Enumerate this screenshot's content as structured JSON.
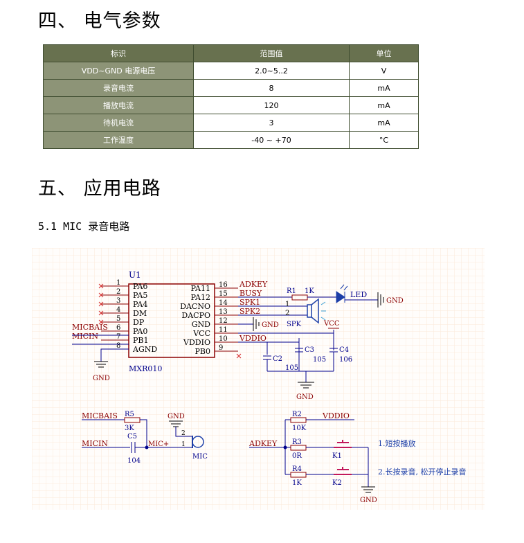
{
  "sections": {
    "electrical_title": "四、 电气参数",
    "circuit_title": "五、 应用电路",
    "mic_subtitle": "5.1 MIC 录音电路"
  },
  "table": {
    "headers": [
      "标识",
      "范围值",
      "单位"
    ],
    "rows": [
      {
        "label": "VDD~GND 电源电压",
        "value": "2.0~5..2",
        "unit": "V"
      },
      {
        "label": "录音电流",
        "value": "8",
        "unit": "mA"
      },
      {
        "label": "播放电流",
        "value": "120",
        "unit": "mA"
      },
      {
        "label": "待机电流",
        "value": "3",
        "unit": "mA"
      },
      {
        "label": "工作温度",
        "value": "-40 ~ +70",
        "unit": "°C"
      }
    ]
  },
  "schematic": {
    "chip_ref": "U1",
    "chip_name": "MXR010",
    "left_pins": [
      {
        "num": "1",
        "name": "PA6",
        "net": ""
      },
      {
        "num": "2",
        "name": "PA5",
        "net": ""
      },
      {
        "num": "3",
        "name": "PA4",
        "net": ""
      },
      {
        "num": "4",
        "name": "DM",
        "net": ""
      },
      {
        "num": "5",
        "name": "DP",
        "net": ""
      },
      {
        "num": "6",
        "name": "PA0",
        "net": "MICBAIS"
      },
      {
        "num": "7",
        "name": "PB1",
        "net": "MICIN"
      },
      {
        "num": "8",
        "name": "AGND",
        "net": ""
      }
    ],
    "right_pins": [
      {
        "num": "16",
        "name": "PA11",
        "net": "ADKEY"
      },
      {
        "num": "15",
        "name": "PA12",
        "net": "BUSY"
      },
      {
        "num": "14",
        "name": "DACNO",
        "net": "SPK1"
      },
      {
        "num": "13",
        "name": "DACPO",
        "net": "SPK2"
      },
      {
        "num": "12",
        "name": "GND",
        "net": ""
      },
      {
        "num": "11",
        "name": "VCC",
        "net": ""
      },
      {
        "num": "10",
        "name": "VDDIO",
        "net": "VDDIO"
      },
      {
        "num": "9",
        "name": "PB0",
        "net": ""
      }
    ],
    "labels": {
      "gnd": "GND",
      "vcc": "VCC",
      "r1": "R1",
      "r1_val": "1K",
      "led": "LED",
      "spk": "SPK",
      "spk_pin1": "1",
      "spk_pin2": "2",
      "c2": "C2",
      "c2_val": "105",
      "c3": "C3",
      "c3_val": "105",
      "c4": "C4",
      "c4_val": "106",
      "r5": "R5",
      "r5_val": "3K",
      "c5": "C5",
      "c5_val": "104",
      "micbais": "MICBAIS",
      "micin": "MICIN",
      "mic_plus": "MIC+",
      "mic": "MIC",
      "mic_pin2": "2",
      "mic_pin1": "1",
      "r2": "R2",
      "r2_val": "10K",
      "vddio": "VDDIO",
      "adkey": "ADKEY",
      "r3": "R3",
      "r3_val": "0R",
      "k1": "K1",
      "r4": "R4",
      "r4_val": "1K",
      "k2": "K2",
      "note1": "1.短按播放",
      "note2": "2.长按录音, 松开停止录音"
    }
  },
  "colors": {
    "wire": "#00008b",
    "net_label": "#8b0000",
    "grid": "#fbe9da",
    "table_header": "#68714f",
    "table_label": "#8d9477"
  }
}
